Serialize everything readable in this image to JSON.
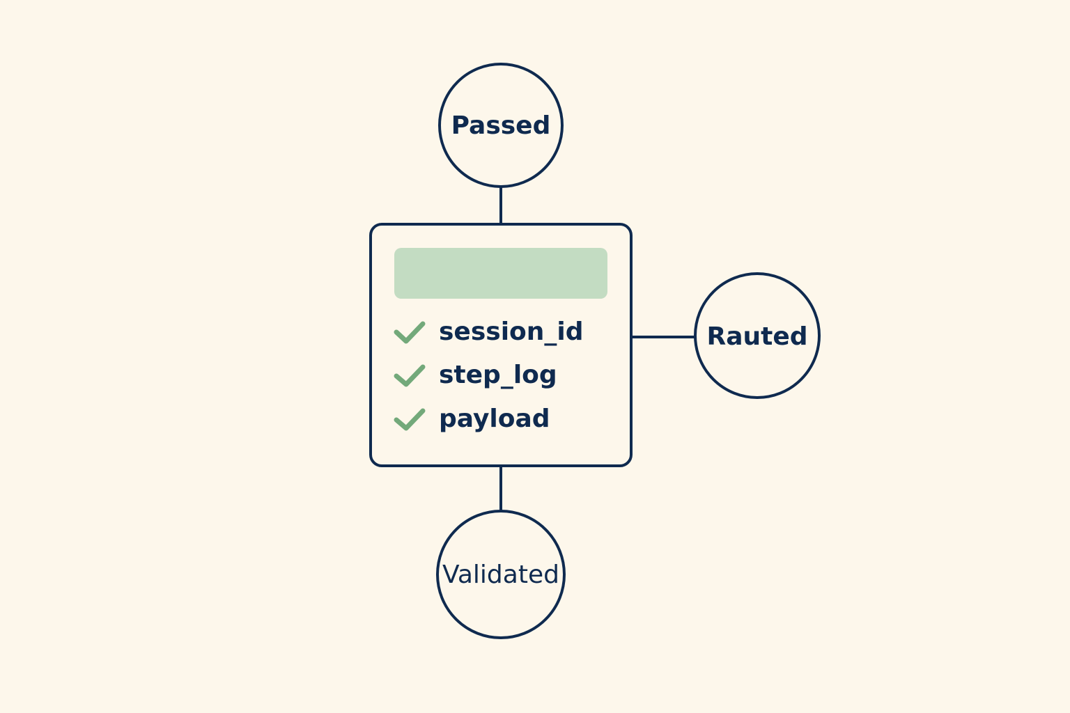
{
  "colors": {
    "background": "#fdf7eb",
    "stroke": "#0f2a4f",
    "highlight": "#c3dcc2",
    "check": "#73a97a"
  },
  "nodes": {
    "top": {
      "label": "Passed"
    },
    "right": {
      "label": "Rauted"
    },
    "bottom": {
      "label": "Validated"
    }
  },
  "center": {
    "header": "",
    "fields": [
      {
        "label": "session_id",
        "icon": "check-icon"
      },
      {
        "label": "step_log",
        "icon": "check-icon"
      },
      {
        "label": "payload",
        "icon": "check-icon"
      }
    ]
  }
}
